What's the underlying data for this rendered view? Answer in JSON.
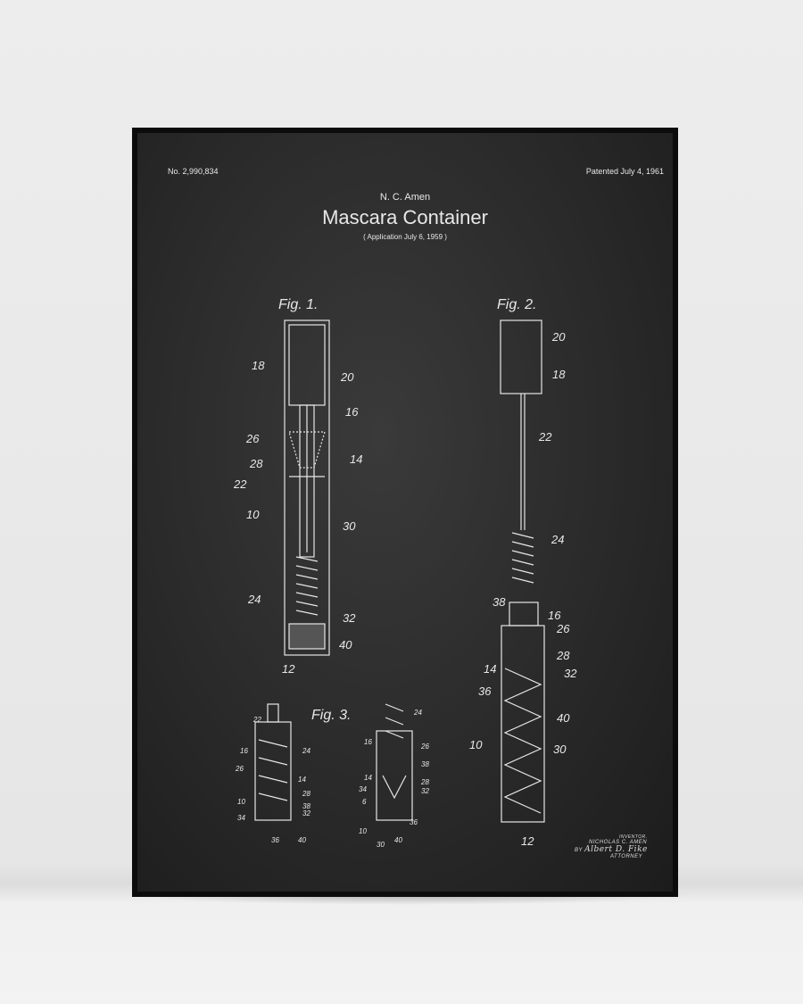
{
  "poster": {
    "patent_number": "No. 2,990,834",
    "patented_date": "Patented July 4, 1961",
    "inventor_short": "N. C. Amen",
    "title": "Mascara Container",
    "application": "( Application  July 6, 1959 )",
    "figures": {
      "fig1": {
        "label": "Fig. 1.",
        "refs": [
          "18",
          "20",
          "16",
          "26",
          "14",
          "28",
          "22",
          "10",
          "30",
          "24",
          "32",
          "40",
          "12"
        ]
      },
      "fig2": {
        "label": "Fig. 2.",
        "refs": [
          "20",
          "18",
          "22",
          "24",
          "38",
          "16",
          "26",
          "28",
          "14",
          "32",
          "36",
          "40",
          "10",
          "30",
          "12"
        ]
      },
      "fig3": {
        "label": "Fig. 3.",
        "refs": [
          "22",
          "16",
          "24",
          "26",
          "14",
          "28",
          "10",
          "38",
          "34",
          "32",
          "36",
          "40",
          "24",
          "16",
          "26",
          "38",
          "14",
          "28",
          "34",
          "32",
          "6",
          "10",
          "30",
          "40",
          "36"
        ]
      }
    },
    "signature_block": {
      "inventor_label": "Inventor.",
      "inventor_name": "Nicholas C. Amen",
      "by": "by",
      "attorney_signature": "Albert D. Fike",
      "attorney_label": "Attorney"
    }
  }
}
